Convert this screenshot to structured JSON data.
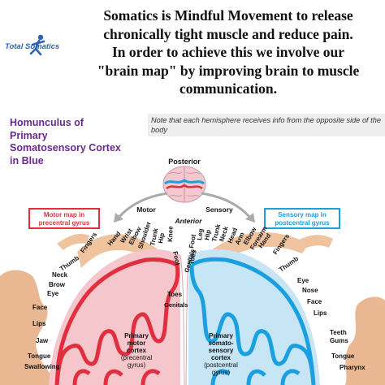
{
  "headline": {
    "line1": "Somatics is  Mindful Movement to release",
    "line2": "chronically tight muscle and reduce pain.",
    "line3": "In order to achieve this we involve our",
    "line4": "\"brain map\" by improving brain to muscle",
    "line5": "communication."
  },
  "logo": {
    "text": "Total Somatics",
    "text_color": "#2a64b4"
  },
  "homunculus_title": {
    "line1": "Homunculus of",
    "line2": "Primary",
    "line3": "Somatosensory Cortex",
    "line4": "in Blue"
  },
  "note": "Note that each hemisphere receives info from the opposite side of the body",
  "diagram": {
    "posterior": "Posterior",
    "anterior": "Anterior",
    "motor": "Motor",
    "sensory": "Sensory",
    "motor_map_box": {
      "line1": "Motor map in",
      "line2": "precentral gyrus"
    },
    "sensory_map_box": {
      "line1": "Sensory map in",
      "line2": "postcentral gyrus"
    },
    "motor_labels": [
      "Shoulder",
      "Elbow",
      "Wrist",
      "Hand",
      "Fingers",
      "Thumb",
      "Neck",
      "Brow",
      "Eye",
      "Face",
      "Lips",
      "Jaw",
      "Tongue",
      "Swallowing",
      "Hip",
      "Trunk",
      "Knee",
      "Foot",
      "Toes",
      "Genitals"
    ],
    "sensory_labels": [
      "Genitals",
      "Toes",
      "Foot",
      "Leg",
      "Hip",
      "Trunk",
      "Neck",
      "Head",
      "Arm",
      "Elbow",
      "Forearm",
      "Hand",
      "Fingers",
      "Thumb",
      "Eye",
      "Nose",
      "Face",
      "Lips",
      "Teeth",
      "Gums",
      "Tongue",
      "Pharynx"
    ],
    "primary_motor_cortex": {
      "line1": "Primary",
      "line2": "motor",
      "line3": "cortex",
      "line4": "(precentral",
      "line5": "gyrus)"
    },
    "primary_sensory_cortex": {
      "line1": "Primary",
      "line2": "somato-",
      "line3": "sensory",
      "line4": "cortex",
      "line5": "(postcentral",
      "line6": "gyrus)"
    },
    "colors": {
      "motor": "#e03040",
      "sensory": "#1aa0e0",
      "skin": "#e8b48c"
    }
  }
}
